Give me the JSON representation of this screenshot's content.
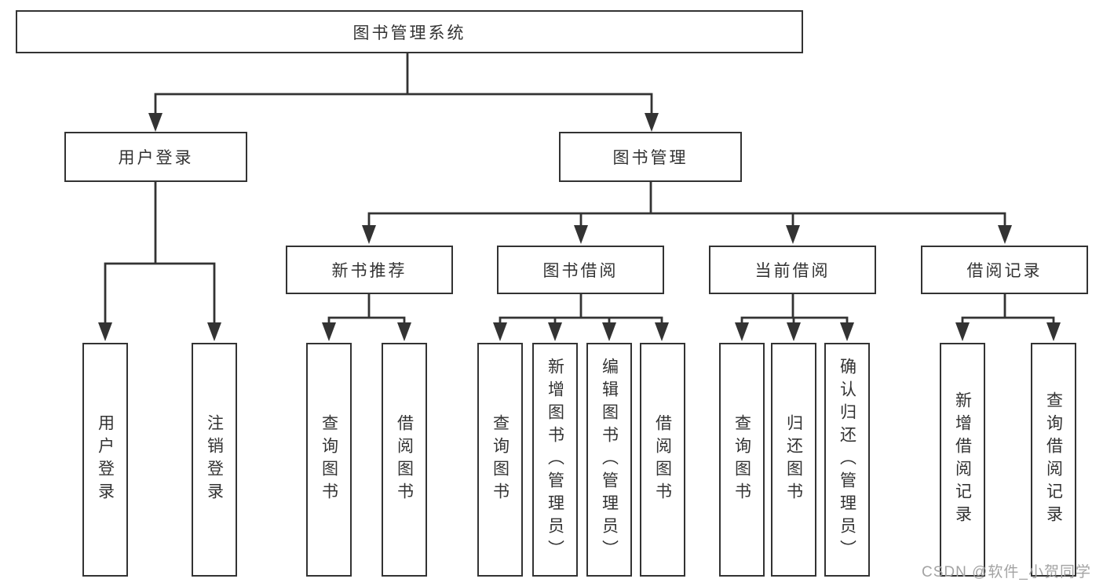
{
  "diagram": {
    "title": "图书管理系统",
    "root": {
      "label": "图书管理系统"
    },
    "level2": [
      {
        "label": "用户登录"
      },
      {
        "label": "图书管理"
      }
    ],
    "level3": [
      {
        "label": "新书推荐"
      },
      {
        "label": "图书借阅"
      },
      {
        "label": "当前借阅"
      },
      {
        "label": "借阅记录"
      }
    ],
    "leaves": [
      {
        "label": "用户登录"
      },
      {
        "label": "注销登录"
      },
      {
        "label": "查询图书"
      },
      {
        "label": "借阅图书"
      },
      {
        "label": "查询图书"
      },
      {
        "label": "新增图书（管理员）"
      },
      {
        "label": "编辑图书（管理员）"
      },
      {
        "label": "借阅图书"
      },
      {
        "label": "查询图书"
      },
      {
        "label": "归还图书"
      },
      {
        "label": "确认归还（管理员）"
      },
      {
        "label": "新增借阅记录"
      },
      {
        "label": "查询借阅记录"
      }
    ]
  },
  "watermark": {
    "text": "CSDN @软件_小贺同学"
  },
  "colors": {
    "line": "#333333",
    "text": "#333333",
    "background": "#ffffff",
    "watermark": "#a3a3a3"
  }
}
